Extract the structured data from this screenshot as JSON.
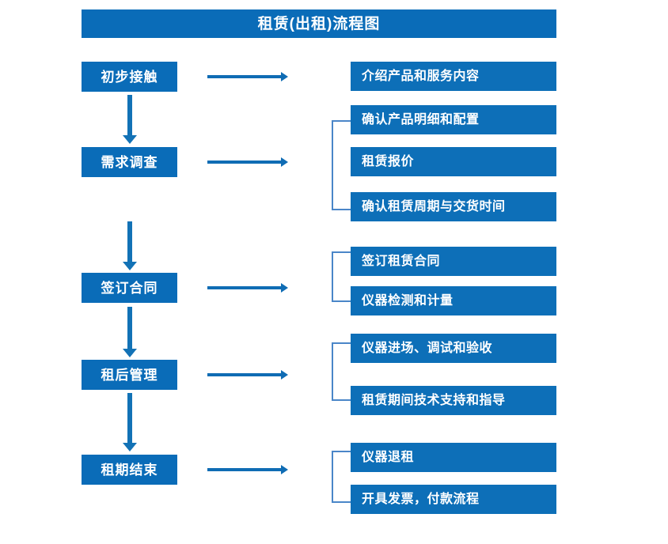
{
  "title": "租赁(出租)流程图",
  "colors": {
    "box_blue": "#0a6cb8",
    "detail_blue": "#0d6fb8",
    "arrow_blue": "#0f6cb4",
    "bracket_blue": "#4a86c8",
    "text_white": "#ffffff",
    "background": "#ffffff"
  },
  "stages": [
    {
      "label": "初步接触"
    },
    {
      "label": "需求调查"
    },
    {
      "label": "签订合同"
    },
    {
      "label": "租后管理"
    },
    {
      "label": "租期结束"
    }
  ],
  "details": [
    {
      "label": "介绍产品和服务内容"
    },
    {
      "label": "确认产品明细和配置"
    },
    {
      "label": "租赁报价"
    },
    {
      "label": "确认租赁周期与交货时间"
    },
    {
      "label": "签订租赁合同"
    },
    {
      "label": "仪器检测和计量"
    },
    {
      "label": "仪器进场、调试和验收"
    },
    {
      "label": "租赁期间技术支持和指导"
    },
    {
      "label": "仪器退租"
    },
    {
      "label": "开具发票，付款流程"
    }
  ],
  "connectors": {
    "right_arrow_count": 5,
    "down_arrow_count": 4,
    "bracket_count": 4
  }
}
